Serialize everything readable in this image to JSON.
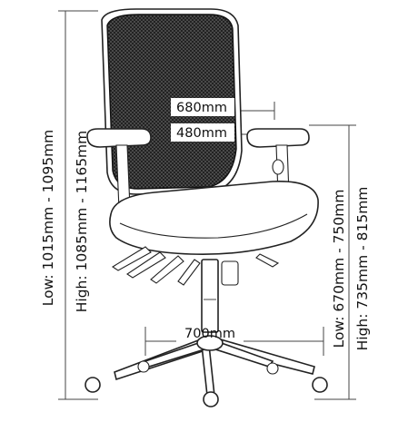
{
  "labels": {
    "height_low": "Low: 1015mm - 1095mm",
    "height_high": "High: 1085mm - 1165mm",
    "depth_top": "680mm",
    "width_top": "480mm",
    "seat_low": "Low: 670mm - 750mm",
    "seat_high": "High: 735mm - 815mm",
    "base_width": "700mm"
  }
}
